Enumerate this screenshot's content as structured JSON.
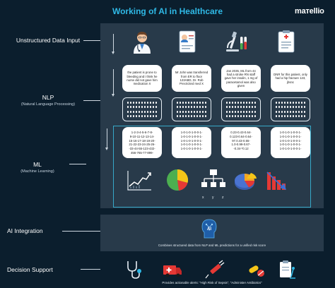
{
  "header": {
    "title": "Working of AI in Healthcare",
    "logo": "maтellio"
  },
  "sections": {
    "input": {
      "label": "Unstructured Data Input"
    },
    "nlp": {
      "label": "NLP",
      "sub": "(Natural Language Processing)"
    },
    "ml": {
      "label": "ML",
      "sub": "(Machine Learning)"
    },
    "integration": {
      "label": "AI Integration"
    },
    "decision": {
      "label": "Decision Support"
    }
  },
  "input_icons": [
    "doctor-icon",
    "prescription-icon",
    "microscope-test-tubes-icon",
    "medical-chart-icon"
  ],
  "notes": [
    "the patient is prone to bleeding and i think he nurse did not gave him medication X",
    "Mr John was transferred from ER to floor 123ABD, Dr. Rob Precricited med X",
    "Jan 2035, ML from 44 had a stroke RN staff gave her insulin, 1 mg of paracetamol was also given",
    "DNR for this patient, only had a hip fracture 123, jbsnc"
  ],
  "vectors": [
    "1-2-3-4-5-6-7-8-\n9-10-11-12-13-14-\n15-16-17-18-19-20-\n21-22-23-24-25-26-\n-33-44-55-123-432-\n456-765-77-899-",
    "1-0-1-0-1-0-0-1-\n1-0-1-0-1-0-0-1-\n1-0-1-0-1-0-0-1-\n1-0-1-0-1-0-0-1-\n1-0-1-0-1-0-0-1-",
    "0.23-0.43-0.64-\n0.123-0.64-0.64-\n97.0.43-0.55-\n1.0-0.99-0.67-\n-0.34-*0.12",
    "1-0-1-0-1-0-0-1-\n1-0-1-0-1-0-0-1-\n1-0-1-0-1-0-0-1-\n1-0-1-0-1-0-0-1-\n1-0-1-0-1-0-0-1-"
  ],
  "ml_icons": [
    "line-chart-icon",
    "pie-chart-icon",
    "hierarchy-tree-icon",
    "3d-pie-chart-icon",
    "declining-bar-chart-icon"
  ],
  "ml_tree_labels": {
    "x": "x",
    "y": "y",
    "z": "z"
  },
  "integration": {
    "icon": "ai-brain-icon",
    "caption": "Combines structured data from NLP and ML predictions for a unified risk score"
  },
  "decision": {
    "icons": [
      "stethoscope-icon",
      "ambulance-icon",
      "syringe-icon",
      "pills-icon",
      "clipboard-microscope-icon"
    ],
    "caption": "Provides actionable alerts: \"High Risk of Sepsis\", \"Administer Antibiotics\""
  },
  "colors": {
    "background": "#0b1e2d",
    "panel": "#283a4a",
    "accent": "#2fb9e6",
    "outline": "#37a9c9"
  }
}
